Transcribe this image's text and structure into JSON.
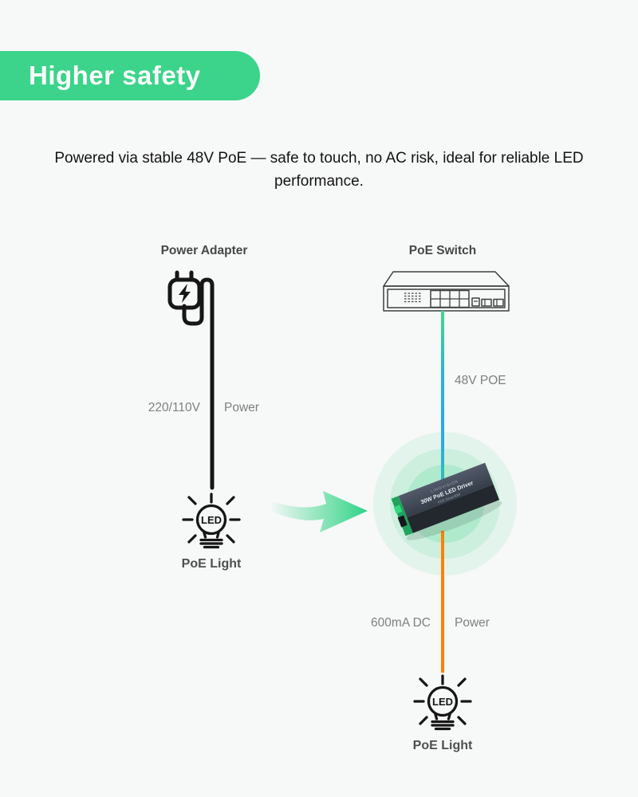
{
  "banner": {
    "title": "Higher safety"
  },
  "description": "Powered via stable 48V PoE — safe to touch, no AC risk, ideal for reliable LED performance.",
  "left": {
    "source_label": "Power Adapter",
    "voltage_label": "220/110V",
    "power_label": "Power",
    "bulb_text": "LED",
    "light_label": "PoE Light"
  },
  "right": {
    "source_label": "PoE Switch",
    "poe_label": "48V POE",
    "current_label": "600mA DC",
    "power_label": "Power",
    "bulb_text": "LED",
    "light_label": "PoE Light",
    "driver": {
      "brand": "LINOVISION",
      "title": "30W PoE LED Driver",
      "model": "POE-Driver30W"
    }
  },
  "colors": {
    "accent_green": "#3bd48a",
    "poe_green": "#3fd98b",
    "poe_blue": "#29a8e9",
    "dc_orange": "#f8820b",
    "ac_black": "#161616",
    "glow_green": "#3dd68c",
    "background": "#f7f8f8"
  }
}
